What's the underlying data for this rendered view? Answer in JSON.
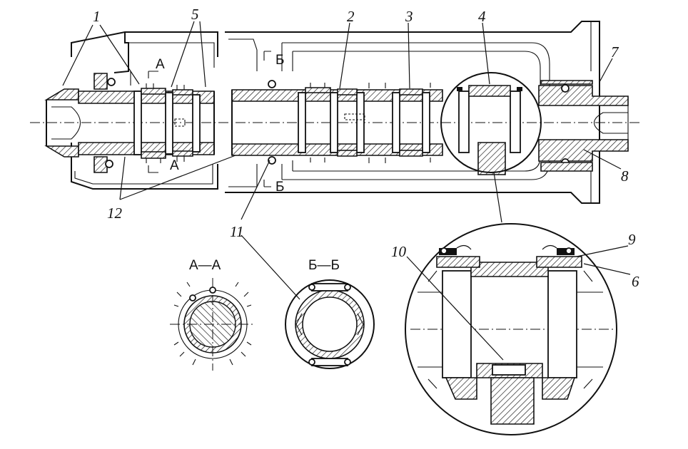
{
  "callouts": {
    "c1": "1",
    "c2": "2",
    "c3": "3",
    "c4": "4",
    "c5": "5",
    "c6": "6",
    "c7": "7",
    "c8": "8",
    "c9": "9",
    "c10": "10",
    "c11": "11",
    "c12": "12"
  },
  "section_marks": {
    "a": "А",
    "b": "Б",
    "aa": "А—А",
    "bb": "Б—Б"
  },
  "colors": {
    "ink": "#111111",
    "paper": "#ffffff"
  }
}
